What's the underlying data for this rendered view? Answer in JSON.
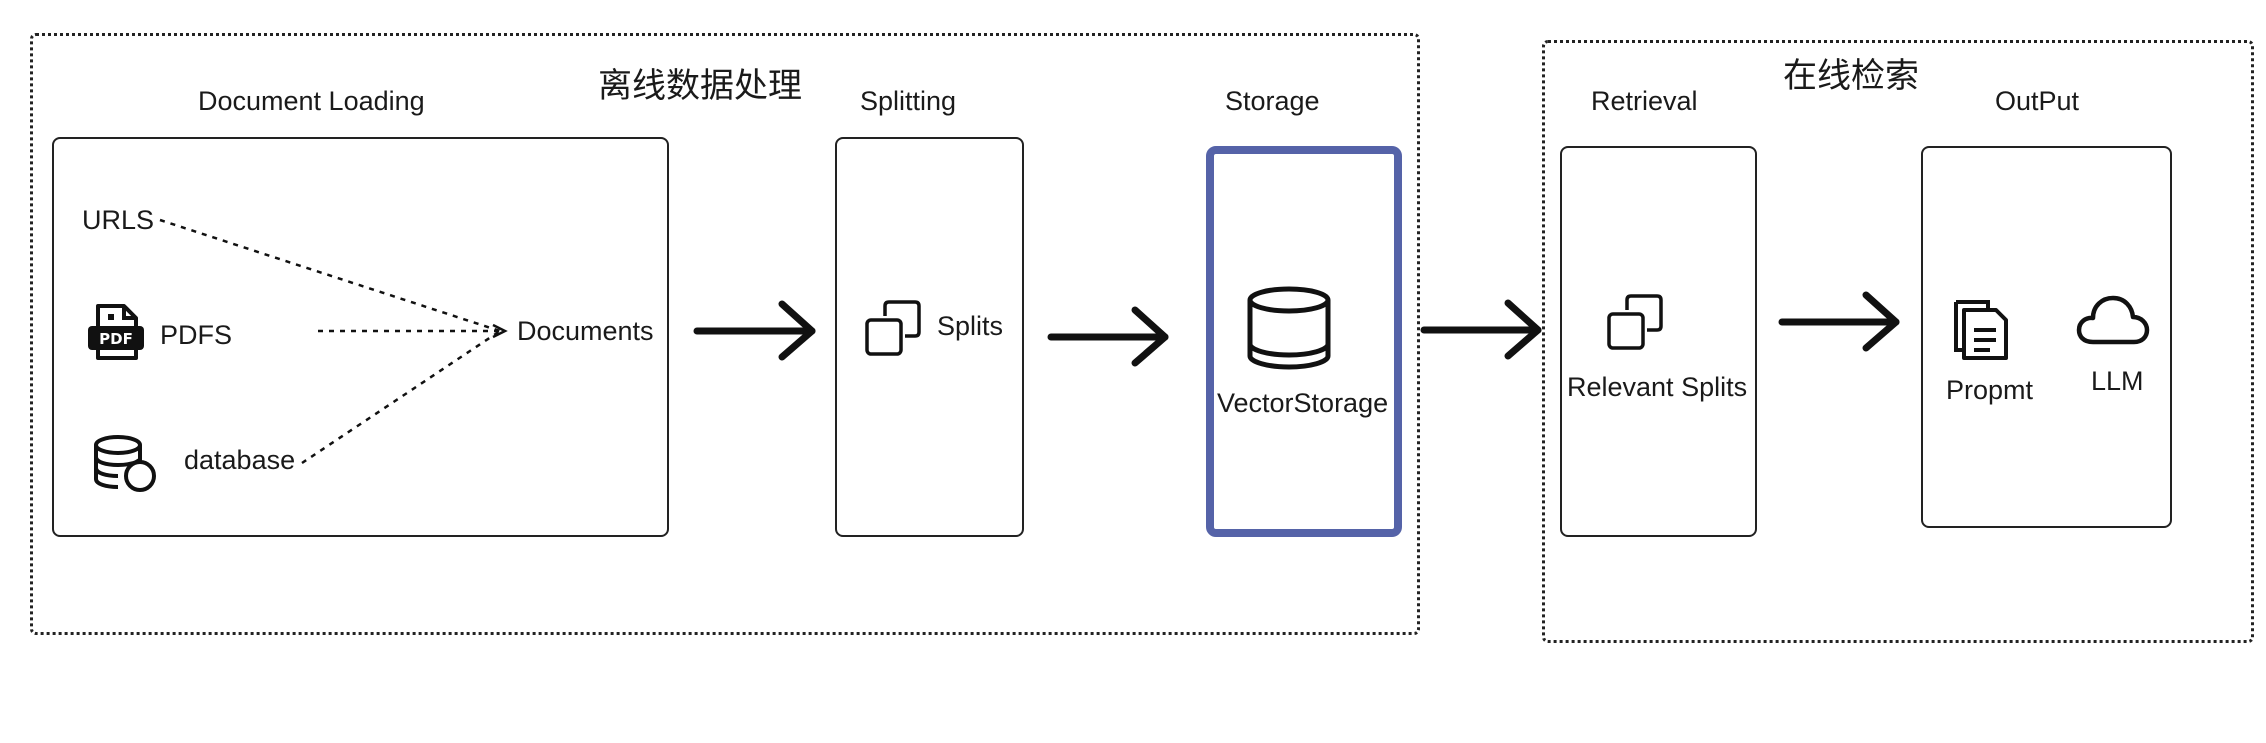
{
  "groups": {
    "offline_title": "离线数据处理",
    "online_title": "在线检索"
  },
  "sections": {
    "document_loading": "Document Loading",
    "splitting": "Splitting",
    "storage": "Storage",
    "retrieval": "Retrieval",
    "output": "OutPut"
  },
  "loading": {
    "urls": "URLS",
    "pdfs": "PDFS",
    "database": "database",
    "documents": "Documents"
  },
  "splitting": {
    "splits": "Splits"
  },
  "storage": {
    "vector_storage": "VectorStorage"
  },
  "retrieval": {
    "relevant_splits": "Relevant Splits"
  },
  "output": {
    "prompt": "Propmt",
    "llm": "LLM"
  },
  "colors": {
    "highlight_border": "#5563a8",
    "stroke": "#1a1a1a"
  },
  "icons": [
    "pdf-file-icon",
    "database-icon",
    "copy-icon",
    "cylinder-icon",
    "documents-stack-icon",
    "cloud-icon"
  ]
}
